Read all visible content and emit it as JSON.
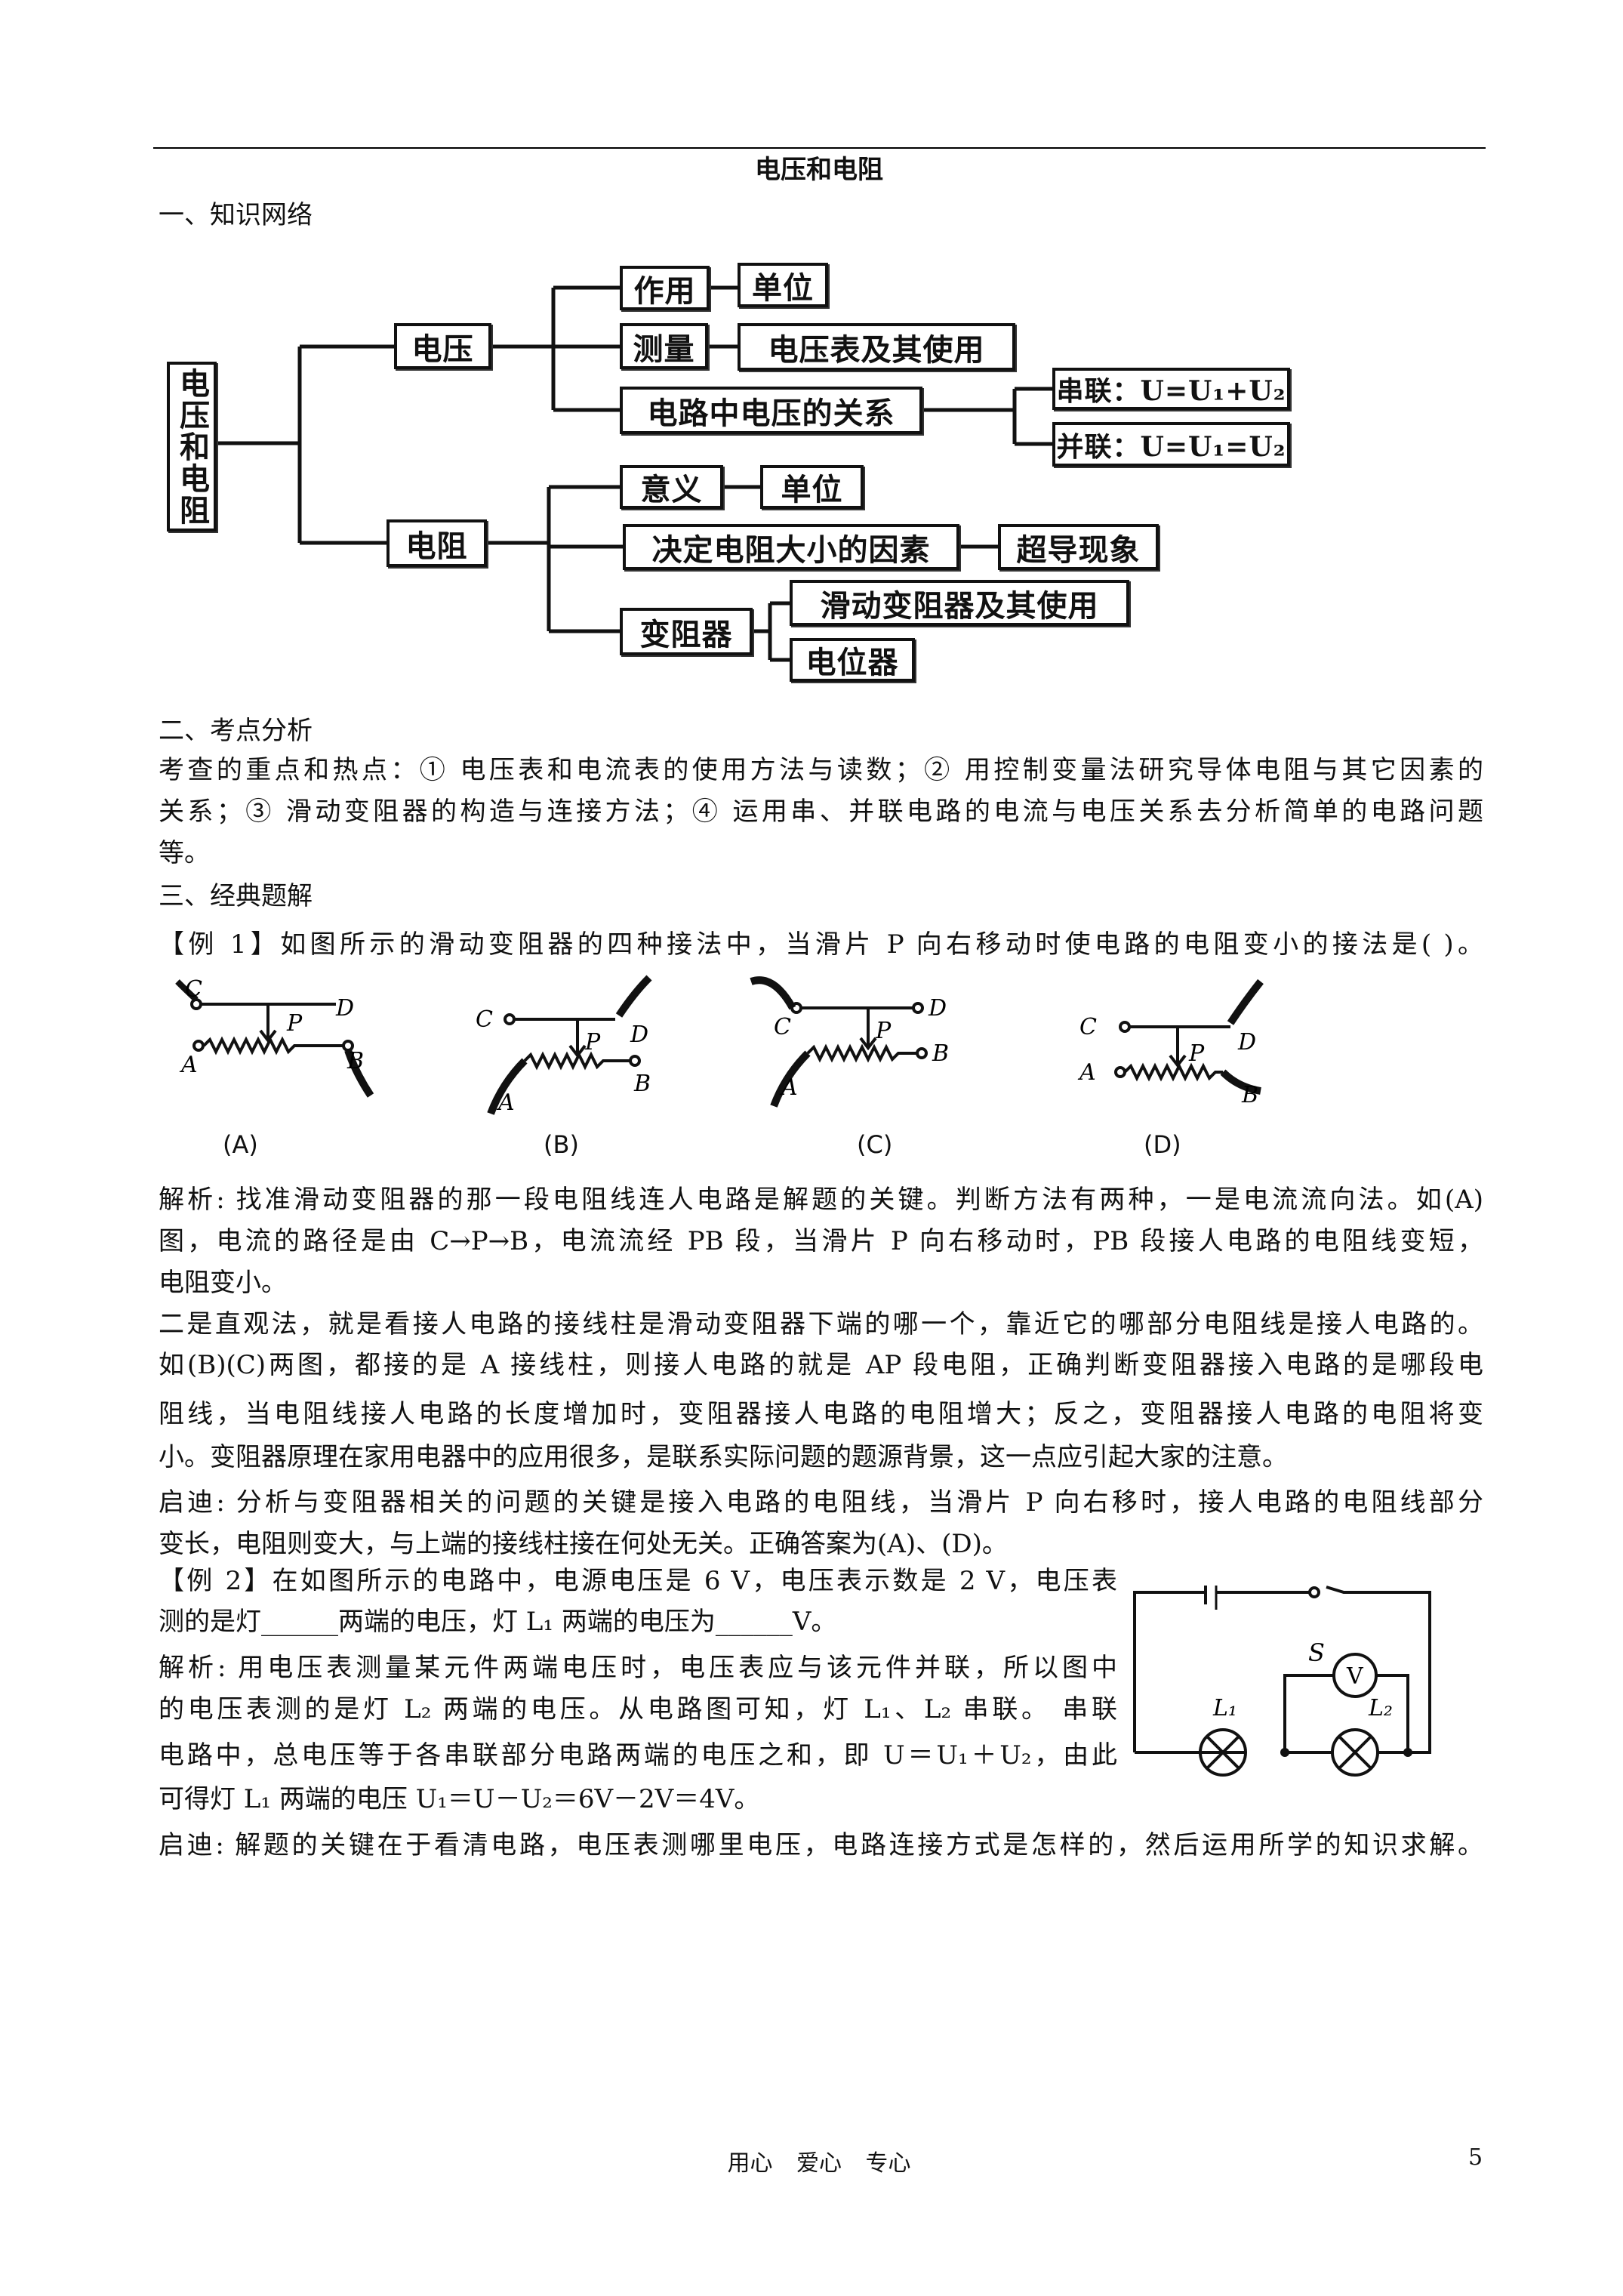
{
  "title": "电压和电阻",
  "section1": {
    "heading": "一、知识网络",
    "map": {
      "root": "电压和电阻",
      "voltage": "电压",
      "resistance": "电阻",
      "v_role": "作用",
      "v_unit": "单位",
      "v_measure": "测量",
      "v_meter": "电压表及其使用",
      "v_relation": "电路中电压的关系",
      "v_series": "串联：U=U₁+U₂",
      "v_parallel": "并联：U=U₁=U₂",
      "r_meaning": "意义",
      "r_unit": "单位",
      "r_factors": "决定电阻大小的因素",
      "r_super": "超导现象",
      "r_rheostat": "变阻器",
      "r_slide": "滑动变阻器及其使用",
      "r_pot": "电位器"
    }
  },
  "section2": {
    "heading": "二、考点分析",
    "lines": [
      "考查的重点和热点：① 电压表和电流表的使用方法与读数；② 用控制变量法研究导体电阻与其它因素的",
      "关系；③ 滑动变阻器的构造与连接方法；④ 运用串、并联电路的电流与电压关系去分析简单的电路问题",
      "等。"
    ]
  },
  "section3": {
    "heading": "三、经典题解",
    "ex1": {
      "question": "【例 1】如图所示的滑动变阻器的四种接法中，当滑片 P  向右移动时使电路的电阻变小的接法是(          )。",
      "terminals": {
        "C": "C",
        "D": "D",
        "P": "P",
        "A": "A",
        "B": "B"
      },
      "figure_labels": [
        "(A)",
        "(B)",
        "(C)",
        "(D)"
      ],
      "lines": [
        "解析: 找准滑动变阻器的那一段电阻线连人电路是解题的关键。判断方法有两种，一是电流流向法。如(A)",
        "图，电流的路径是由 C→P→B，电流流经 PB 段，当滑片 P  向右移动时，PB 段接人电路的电阻线变短，",
        "电阻变小。",
        "二是直观法，就是看接人电路的接线柱是滑动变阻器下端的哪一个，靠近它的哪部分电阻线是接人电路的。",
        "如(B)(C)两图，都接的是 A  接线柱，则接人电路的就是 AP 段电阻，正确判断变阻器接入电路的是哪段电",
        "阻线，当电阻线接人电路的长度增加时，变阻器接人电路的电阻增大；反之，变阻器接人电路的电阻将变",
        "小。变阻器原理在家用电器中的应用很多，是联系实际问题的题源背景，这一点应引起大家的注意。",
        "启迪: 分析与变阻器相关的问题的关键是接入电路的电阻线，当滑片 P  向右移时，接人电路的电阻线部分",
        "变长，电阻则变大，与上端的接线柱接在何处无关。正确答案为(A)、(D)。"
      ]
    },
    "ex2": {
      "lines": [
        "【例 2】在如图所示的电路中，电源电压是 6 V，电压表示数是 2 V，电压表",
        "测的是灯______两端的电压，灯 L₁ 两端的电压为______V。",
        "解析: 用电压表测量某元件两端电压时，电压表应与该元件并联，所以图中",
        "的电压表测的是灯 L₂ 两端的电压。从电路图可知，灯 L₁、L₂ 串联。 串联",
        "电路中，总电压等于各串联部分电路两端的电压之和，即 U＝U₁＋U₂，由此",
        "可得灯 L₁ 两端的电压 U₁＝U－U₂＝6V－2V＝4V。",
        "启迪: 解题的关键在于看清电路，电压表测哪里电压，电路连接方式是怎样的，然后运用所学的知识求解。"
      ],
      "circuit": {
        "switch": "S",
        "meter": "V",
        "lamp1": "L₁",
        "lamp2": "L₂"
      }
    }
  },
  "footer": {
    "motto": "用心 爱心 专心",
    "page": "5"
  }
}
